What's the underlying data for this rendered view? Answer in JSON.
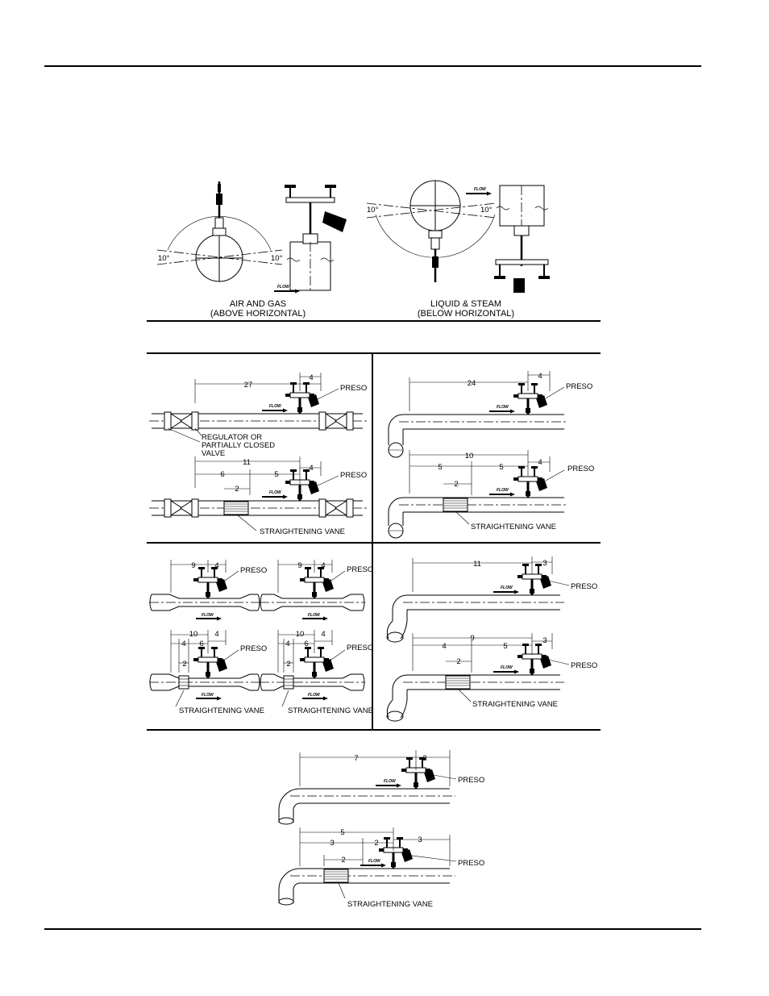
{
  "page": {
    "rule_color": "#000000"
  },
  "flow_label": "FLOW",
  "preso_label": "PRESO",
  "vane_label": "STRAIGHTENING VANE",
  "top": {
    "air_caption": [
      "AIR AND GAS",
      "(ABOVE HORIZONTAL)"
    ],
    "liquid_caption": [
      "LIQUID & STEAM",
      "(BELOW HORIZONTAL)"
    ],
    "angle": "10°"
  },
  "panel_a": {
    "regulator_label": [
      "REGULATOR OR",
      "PARTIALLY CLOSED",
      "VALVE"
    ],
    "upper_dims": {
      "overall": "27",
      "down": "4"
    },
    "lower_dims": {
      "overall": "11",
      "first": "6",
      "second": "5",
      "down": "4",
      "vane": "2"
    }
  },
  "panel_b": {
    "upper_dims": {
      "overall": "24",
      "down": "4"
    },
    "lower_dims": {
      "overall": "10",
      "first": "5",
      "second": "5",
      "down": "4",
      "vane": "2"
    }
  },
  "panel_c": {
    "left_upper": {
      "overall": "9",
      "down": "4"
    },
    "right_upper": {
      "overall": "9",
      "down": "4"
    },
    "left_lower": {
      "overall": "10",
      "first": "4",
      "second": "6",
      "down": "4",
      "vane": "2"
    },
    "right_lower": {
      "overall": "10",
      "first": "4",
      "second": "6",
      "down": "4",
      "vane": "2"
    }
  },
  "panel_d": {
    "upper_dims": {
      "overall": "11",
      "down": "3"
    },
    "lower_dims": {
      "overall": "9",
      "first": "4",
      "second": "5",
      "down": "3",
      "vane": "2"
    }
  },
  "panel_e": {
    "upper_dims": {
      "overall": "7",
      "down": "3"
    },
    "lower_dims": {
      "overall": "5",
      "first": "3",
      "second": "2",
      "down": "3",
      "vane": "2"
    }
  }
}
